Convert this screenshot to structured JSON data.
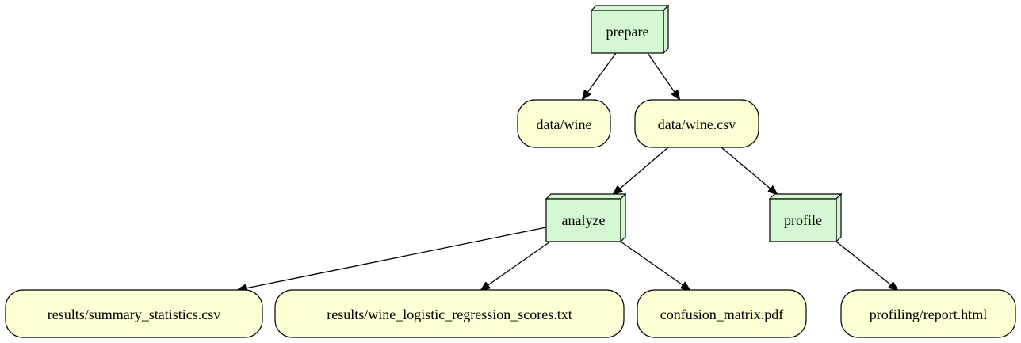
{
  "diagram": {
    "stages": {
      "prepare": "prepare",
      "analyze": "analyze",
      "profile": "profile"
    },
    "files": {
      "data_wine": "data/wine",
      "data_wine_csv": "data/wine.csv",
      "summary_statistics": "results/summary_statistics.csv",
      "logistic_scores": "results/wine_logistic_regression_scores.txt",
      "confusion_matrix": "confusion_matrix.pdf",
      "profiling_report": "profiling/report.html"
    },
    "colors": {
      "stage_fill": "#d4f7d4",
      "file_fill": "#fefed4",
      "stroke": "#000000"
    }
  }
}
